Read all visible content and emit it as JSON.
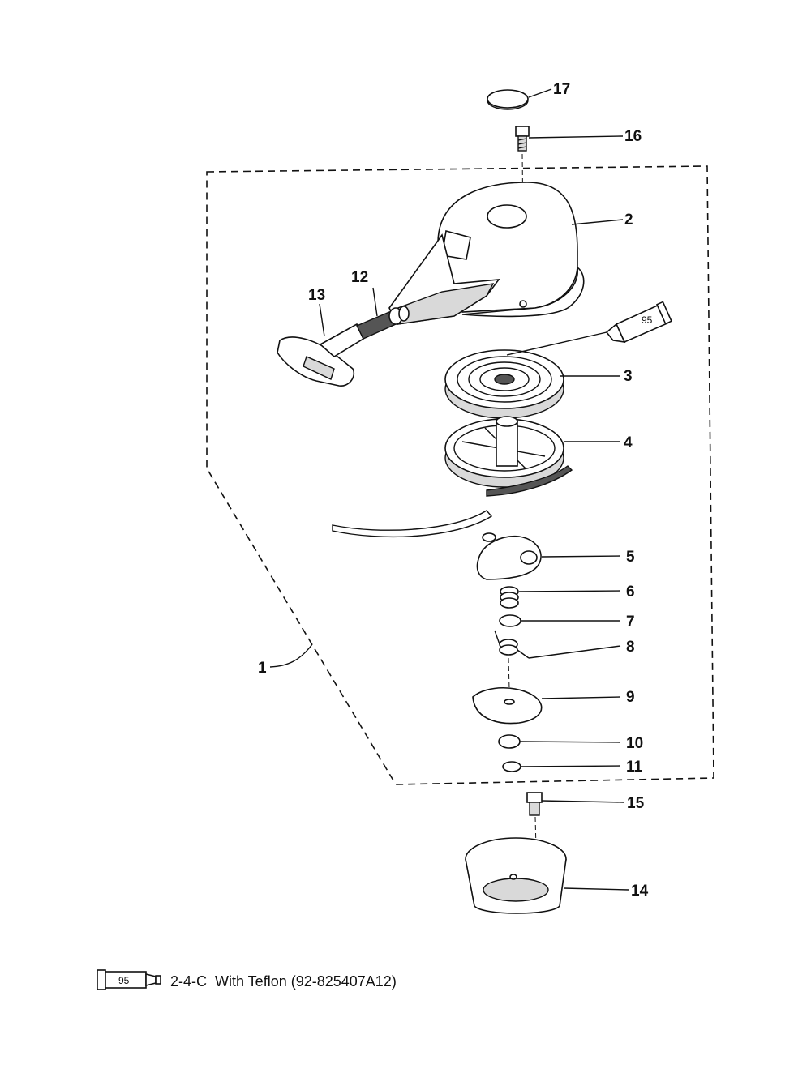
{
  "callouts": {
    "c1": "1",
    "c2": "2",
    "c3": "3",
    "c4": "4",
    "c5": "5",
    "c6": "6",
    "c7": "7",
    "c8": "8",
    "c9": "9",
    "c10": "10",
    "c11": "11",
    "c12": "12",
    "c13": "13",
    "c14": "14",
    "c15": "15",
    "c16": "16",
    "c17": "17"
  },
  "lubricant": {
    "tube_label": "95",
    "legend_text": "2-4-C  With Teflon (92-825407A12)"
  }
}
